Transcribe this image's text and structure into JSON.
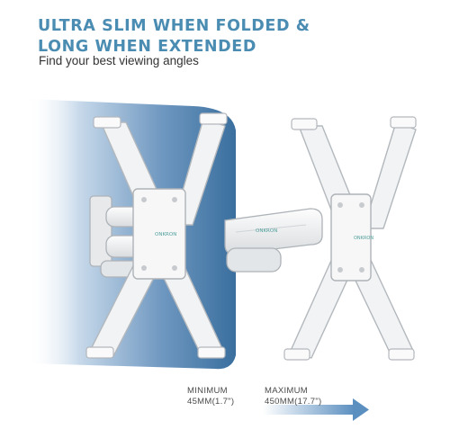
{
  "headline": {
    "line1": "ULTRA SLIM WHEN FOLDED &",
    "line2": "LONG WHEN EXTENDED"
  },
  "subheadline": "Find your best viewing angles",
  "brand_logo": "ONKRON",
  "minimum": {
    "label": "MINIMUM",
    "value": "45MM(1.7\")"
  },
  "maximum": {
    "label": "MAXIMUM",
    "value": "450MM(17.7\")"
  },
  "colors": {
    "headline": "#4a8cb2",
    "wall_blue": "#3a6f9e",
    "arrow": "#5b8fc0",
    "mount_white": "#f3f4f5"
  },
  "icons": [
    "arrow-right-icon"
  ]
}
